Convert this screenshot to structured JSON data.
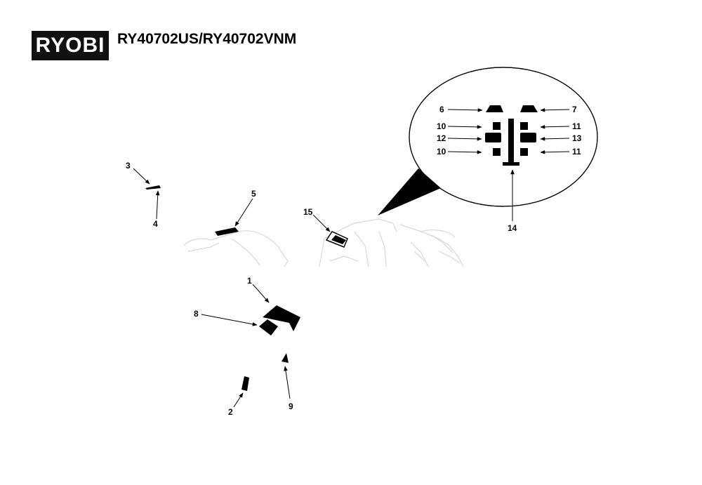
{
  "header": {
    "brand": "RYOBI",
    "model": "RY40702US/RY40702VNM"
  },
  "callouts": [
    {
      "id": "c1",
      "label": "1"
    },
    {
      "id": "c2",
      "label": "2"
    },
    {
      "id": "c3",
      "label": "3"
    },
    {
      "id": "c4",
      "label": "4"
    },
    {
      "id": "c5",
      "label": "5"
    },
    {
      "id": "c6",
      "label": "6"
    },
    {
      "id": "c7",
      "label": "7"
    },
    {
      "id": "c8",
      "label": "8"
    },
    {
      "id": "c9",
      "label": "9"
    },
    {
      "id": "c10a",
      "label": "10"
    },
    {
      "id": "c10b",
      "label": "10"
    },
    {
      "id": "c11a",
      "label": "11"
    },
    {
      "id": "c11b",
      "label": "11"
    },
    {
      "id": "c12",
      "label": "12"
    },
    {
      "id": "c13",
      "label": "13"
    },
    {
      "id": "c14",
      "label": "14"
    },
    {
      "id": "c15",
      "label": "15"
    }
  ],
  "colors": {
    "ink": "#000000",
    "ghost": "#d8d8d8"
  }
}
